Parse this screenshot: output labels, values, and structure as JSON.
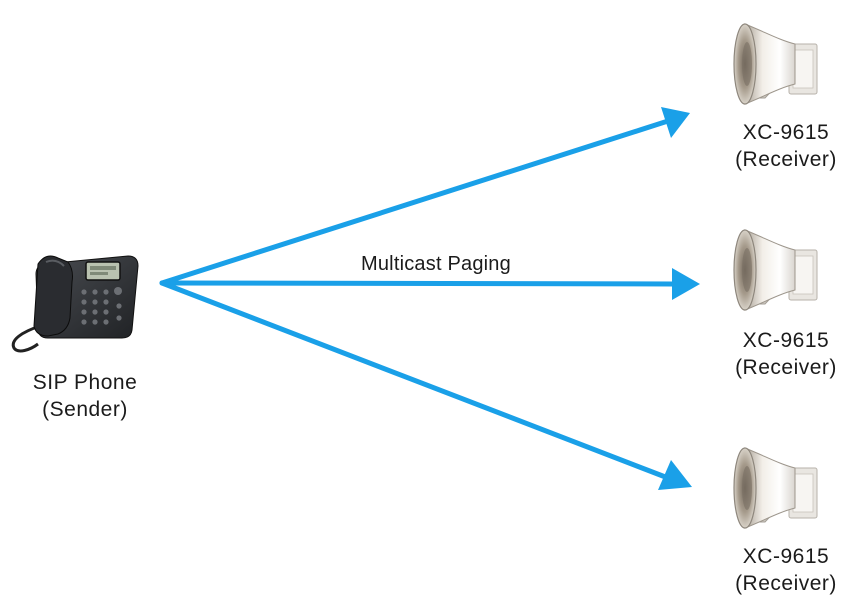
{
  "diagram": {
    "edge_label": "Multicast Paging",
    "arrow_color": "#1AA0E8",
    "sender": {
      "icon": "desk-phone-icon",
      "name": "SIP Phone",
      "role": "(Sender)"
    },
    "receivers": [
      {
        "icon": "horn-speaker-icon",
        "name": "XC-9615",
        "role": "(Receiver)"
      },
      {
        "icon": "horn-speaker-icon",
        "name": "XC-9615",
        "role": "(Receiver)"
      },
      {
        "icon": "horn-speaker-icon",
        "name": "XC-9615",
        "role": "(Receiver)"
      }
    ]
  }
}
